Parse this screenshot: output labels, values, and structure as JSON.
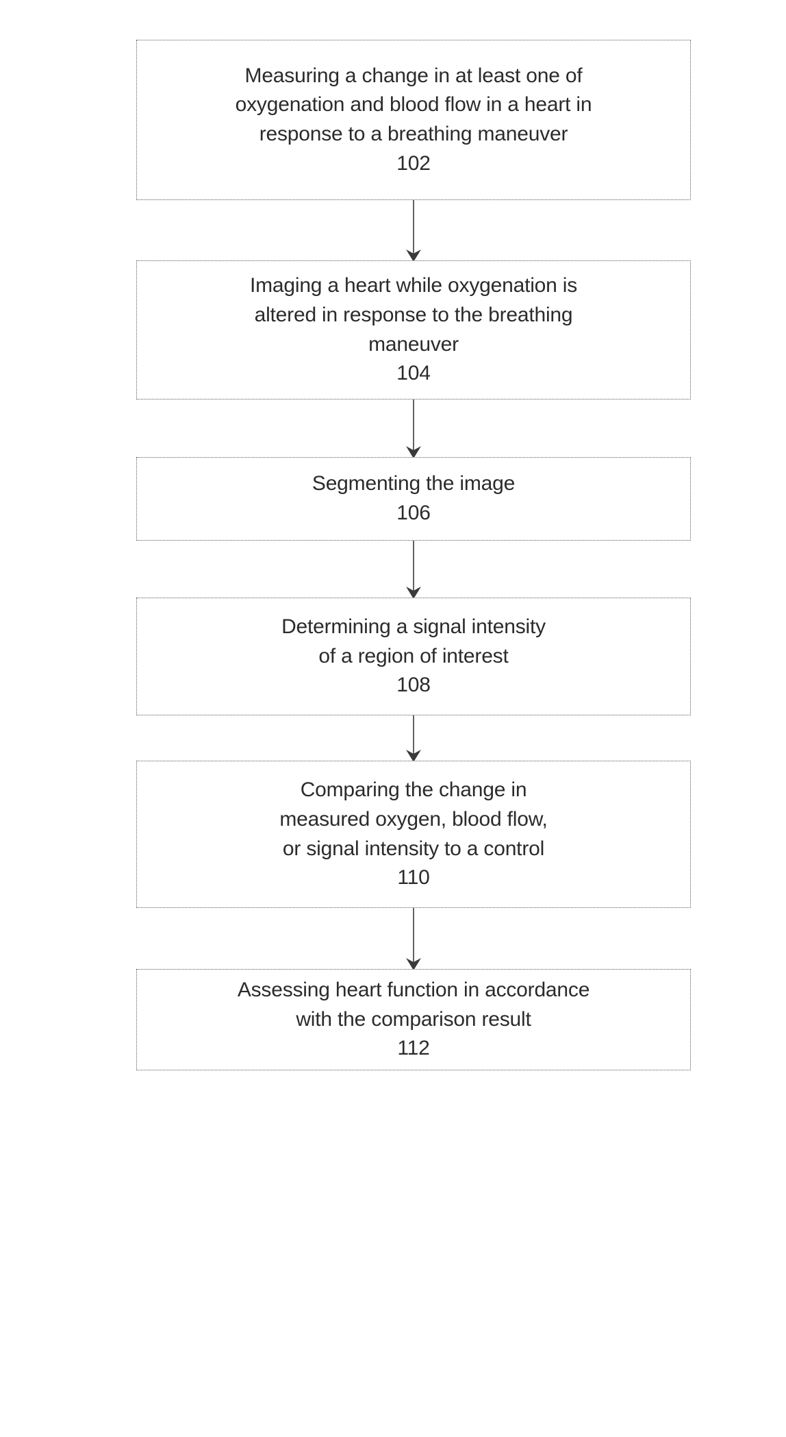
{
  "diagram": {
    "type": "flowchart",
    "orientation": "vertical",
    "title": "",
    "style": {
      "box_border": "#5a5a5a",
      "box_border_style": "dotted",
      "box_fill": "#ffffff",
      "text_color": "#2b2b2b",
      "arrow_color": "#3a3a3a",
      "background": "#ffffff"
    },
    "nodes": [
      {
        "id": "102",
        "name": "measuring-step",
        "text": "Measuring a change in at least one of\noxygenation and blood flow in a heart in\nresponse to a breathing maneuver",
        "ref": "102"
      },
      {
        "id": "104",
        "name": "imaging-step",
        "text": "Imaging a heart while oxygenation is\naltered in response to the breathing\nmaneuver",
        "ref": "104"
      },
      {
        "id": "106",
        "name": "segmenting-step",
        "text": "Segmenting the image",
        "ref": "106"
      },
      {
        "id": "108",
        "name": "determining-step",
        "text": "Determining a signal intensity\nof a region of interest",
        "ref": "108"
      },
      {
        "id": "110",
        "name": "comparing-step",
        "text": "Comparing the change in\nmeasured oxygen, blood flow,\nor signal intensity  to a control",
        "ref": "110"
      },
      {
        "id": "112",
        "name": "assessing-step",
        "text": "Assessing heart function in accordance\nwith the comparison result",
        "ref": "112"
      }
    ],
    "edges": [
      {
        "from": "102",
        "to": "104",
        "label": "",
        "arrow": "down-arrow"
      },
      {
        "from": "104",
        "to": "106",
        "label": "",
        "arrow": "down-arrow"
      },
      {
        "from": "106",
        "to": "108",
        "label": "",
        "arrow": "down-arrow"
      },
      {
        "from": "108",
        "to": "110",
        "label": "",
        "arrow": "down-arrow"
      },
      {
        "from": "110",
        "to": "112",
        "label": "",
        "arrow": "down-arrow"
      }
    ]
  }
}
